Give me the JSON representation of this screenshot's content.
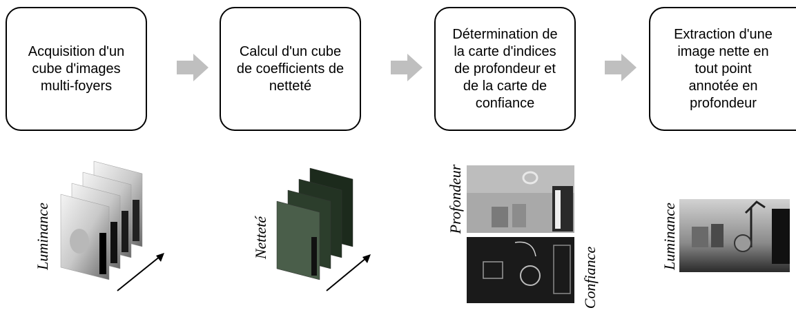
{
  "steps": [
    {
      "label": "Acquisition d'un\ncube d'images\nmulti-foyers"
    },
    {
      "label": "Calcul d'un cube\nde coefficients de\nnetteté"
    },
    {
      "label": "Détermination de\nla carte d'indices\nde profondeur et\nde la carte de\nconfiance"
    },
    {
      "label": "Extraction d'une\nimage nette en\ntout point\nannotée en\nprofondeur"
    }
  ],
  "illustrations": {
    "luminance_cube_label": "Luminance",
    "nettete_cube_label": "Netteté",
    "depth_map_label": "Profondeur",
    "confidence_map_label": "Confiance",
    "final_image_label": "Luminance"
  },
  "colors": {
    "box_border": "#000000",
    "flow_arrow": "#bfbfbf",
    "text": "#000000"
  }
}
